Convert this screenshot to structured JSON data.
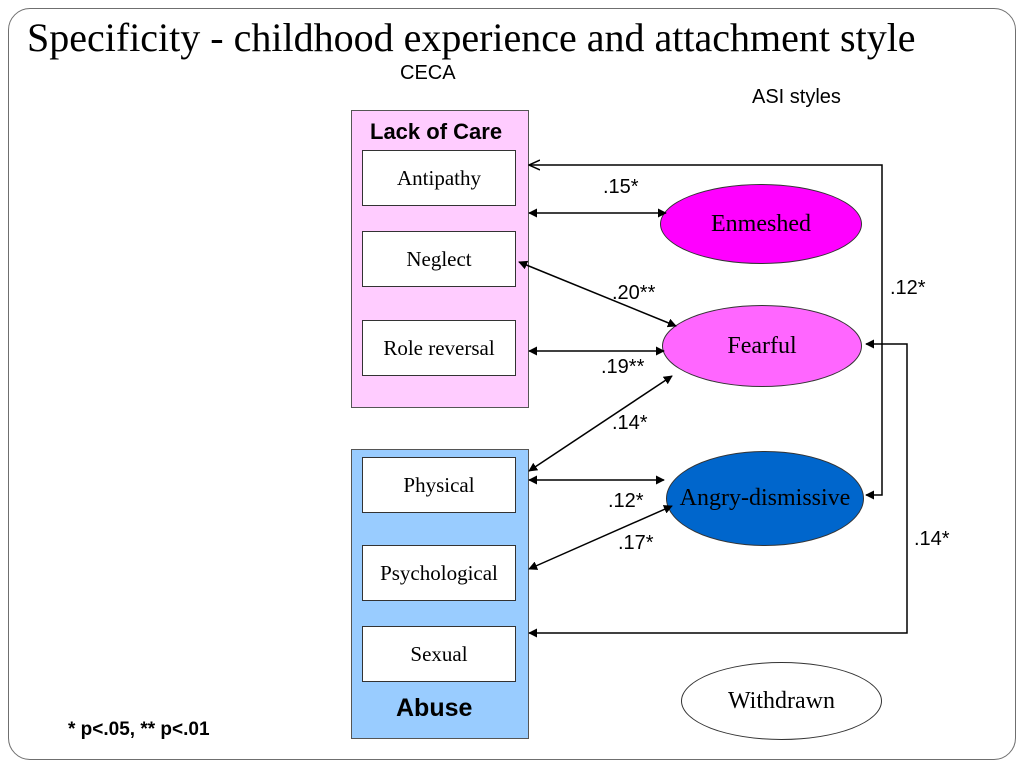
{
  "title": "Specificity - childhood experience and attachment style",
  "headers": {
    "ceca": "CECA",
    "asi": "ASI styles"
  },
  "groups": {
    "lack_of_care": {
      "title": "Lack of Care",
      "color": "#ffccff",
      "items": [
        "Antipathy",
        "Neglect",
        "Role reversal"
      ]
    },
    "abuse": {
      "title": "Abuse",
      "color": "#99ccff",
      "items": [
        "Physical",
        "Psychological",
        "Sexual"
      ]
    }
  },
  "styles": {
    "enmeshed": {
      "label": "Enmeshed",
      "color": "#ff00ff"
    },
    "fearful": {
      "label": "Fearful",
      "color": "#ff66ff"
    },
    "angry": {
      "label": "Angry-dismissive",
      "color": "#0066cc"
    },
    "withdrawn": {
      "label": "Withdrawn",
      "color": "#ffffff"
    }
  },
  "coefficients": {
    "antipathy_enmeshed": ".15*",
    "neglect_fearful": ".20**",
    "rolereversal_fearful": ".19**",
    "physical_fearful": ".14*",
    "physical_angry": ".12*",
    "psychological_angry": ".17*",
    "angry_antipathy": ".12*",
    "sexual_fearful": ".14*"
  },
  "footnote": "* p<.05, ** p<.01"
}
